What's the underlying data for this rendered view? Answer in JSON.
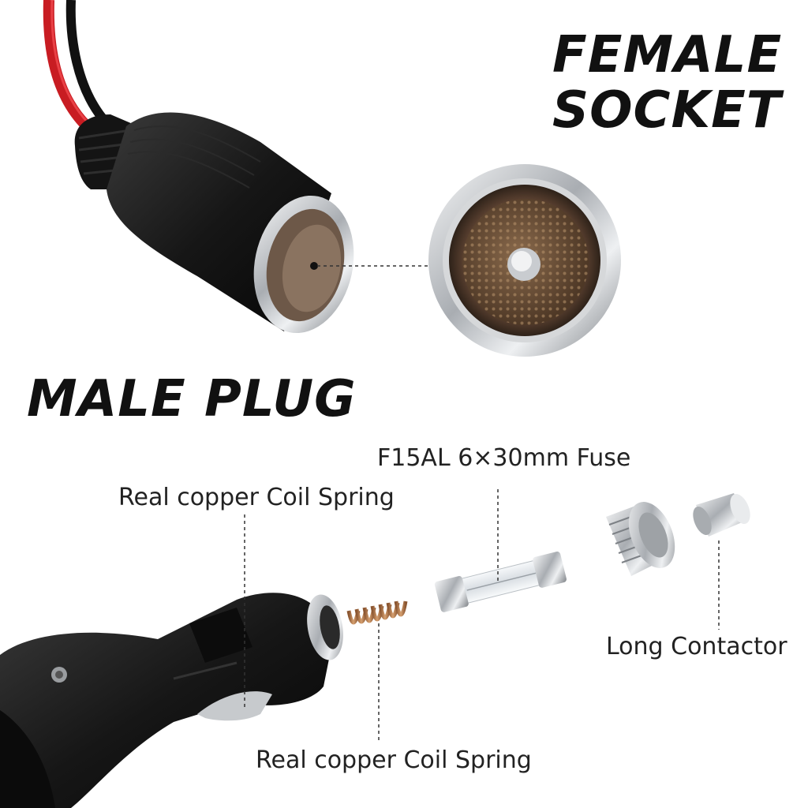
{
  "headings": {
    "female_line1": "FEMALE",
    "female_line2": "SOCKET",
    "male": "MALE PLUG"
  },
  "callouts": {
    "fuse": "F15AL 6×30mm Fuse",
    "spring_top": "Real copper Coil Spring",
    "contactor": "Long Contactor",
    "spring_bottom": "Real copper Coil Spring"
  },
  "colors": {
    "background": "#ffffff",
    "text": "#111111",
    "cable_red": "#e0242b",
    "plastic_black": "#1c1c1c",
    "chrome": "#c9ccd0",
    "copper": "#b57a4a"
  }
}
